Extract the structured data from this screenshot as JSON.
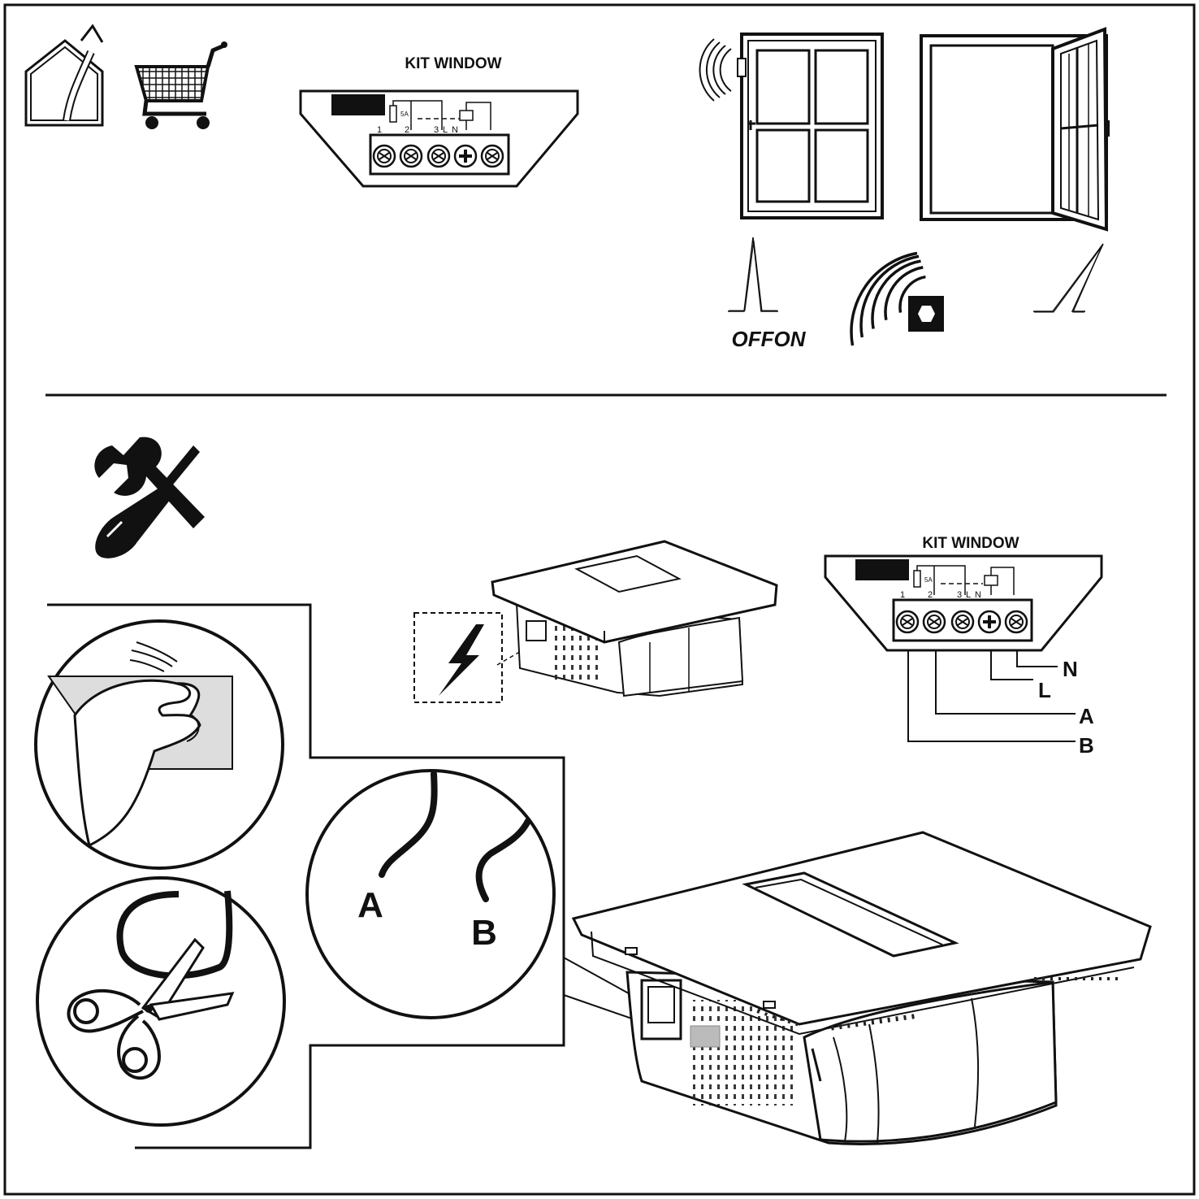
{
  "top": {
    "kit_title": "KIT WINDOW",
    "terminal_labels": {
      "t1": "1",
      "t2": "2",
      "t3": "3",
      "tL": "L",
      "tN": "N",
      "fuse": "5A"
    },
    "switch_states": "OFFON"
  },
  "bottom": {
    "kit_title": "KIT WINDOW",
    "terminal_labels": {
      "t1": "1",
      "t2": "2",
      "t3": "3",
      "tL": "L",
      "tN": "N",
      "fuse": "5A"
    },
    "wire_labels": {
      "N": "N",
      "L": "L",
      "A": "A",
      "B": "B"
    },
    "cable_labels": {
      "A": "A",
      "B": "B"
    }
  },
  "icons": [
    "house-exhaust-icon",
    "shopping-cart-icon",
    "tools-icon",
    "lightning-icon",
    "scissors-icon",
    "peel-hand-icon",
    "wireless-signal-icon"
  ]
}
